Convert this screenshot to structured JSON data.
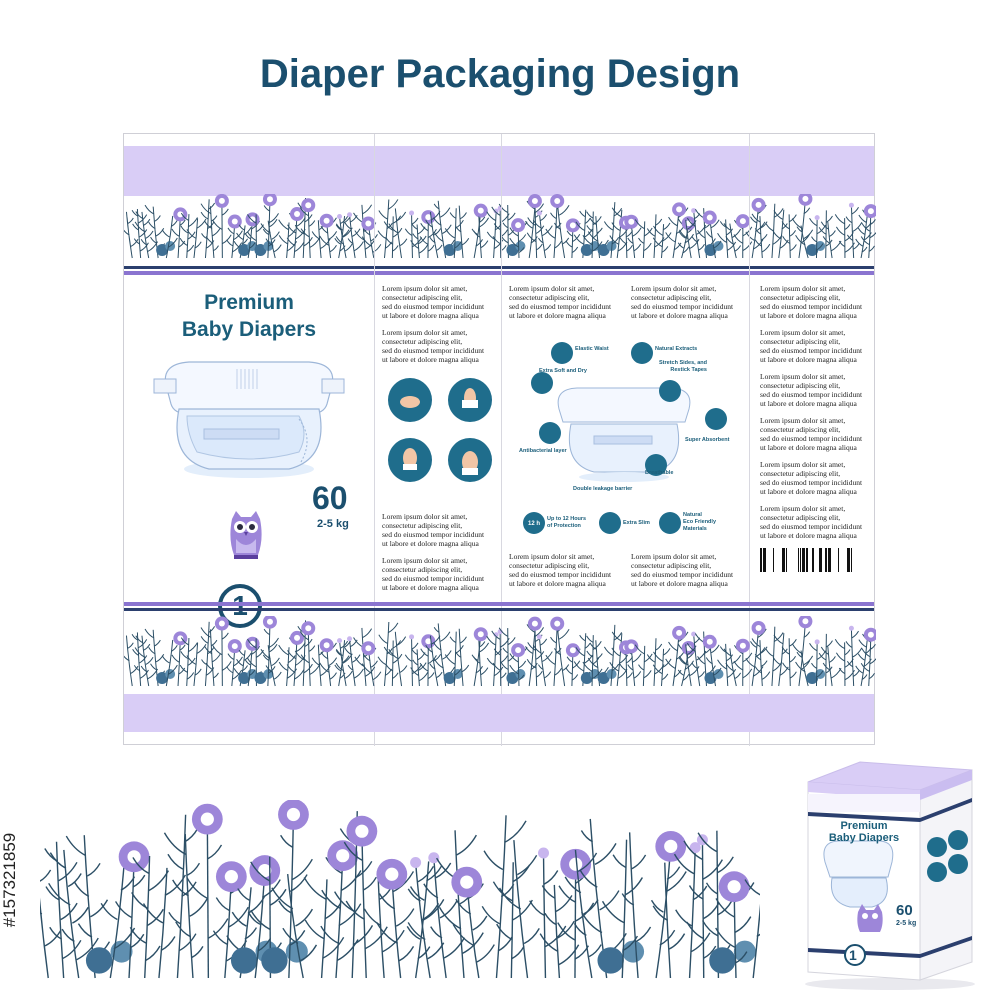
{
  "header": {
    "title": "Diaper Packaging Design"
  },
  "front": {
    "brand_line1": "Premium",
    "brand_line2": "Baby Diapers",
    "count": "60",
    "weight": "2-5 kg",
    "size_number": "1"
  },
  "lorem": "Lorem ipsum dolor sit amet,\nconsectetur adipiscing elit,\nsed do eiusmod tempor incididunt\nut labore et dolore magna aliqua",
  "features": {
    "elastic_waist": "Elastic Waist",
    "natural_extracts": "Natural Extracts",
    "extra_soft": "Extra Soft and Dry",
    "stretch_sides": "Stretch Sides, and\nRestick Tapes",
    "super_absorbent": "Super Absorbent",
    "antibacterial": "Antibacterial layer",
    "breathable": "Breathable",
    "double_leakage": "Double leakage barrier",
    "protection": "Up to 12 Hours\nof Protection",
    "protection_icon": "12 h",
    "extra_slim": "Extra Slim",
    "eco": "Natural\nEco Friendly\nMaterials"
  },
  "box": {
    "brand_line1": "Premium",
    "brand_line2": "Baby Diapers",
    "count": "60",
    "weight": "2-5 kg",
    "size_number": "1"
  },
  "watermark": {
    "id": "#157321859"
  },
  "colors": {
    "accent": "#1b4f6e",
    "lavender": "#d9cdf6",
    "purple": "#7b5fc4",
    "teal": "#1f6d8c"
  },
  "icons": [
    "diaper-illustration",
    "owl-mascot",
    "barcode",
    "flower-border",
    "how-to-use-icons",
    "feature-icons"
  ]
}
